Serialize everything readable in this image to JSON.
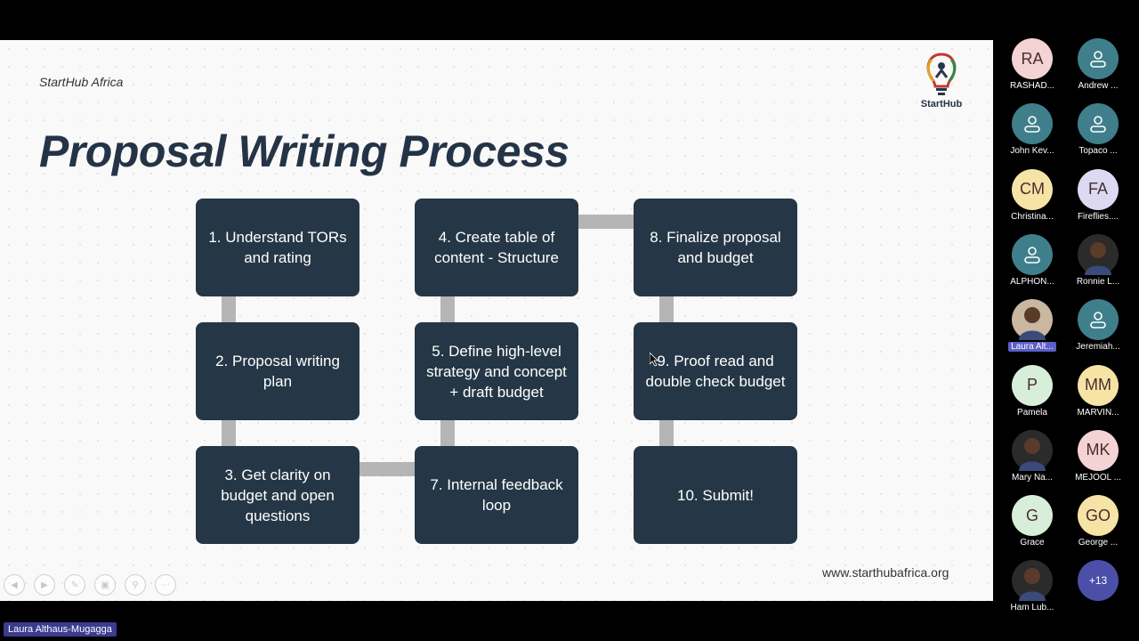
{
  "slide": {
    "brand": "StartHub Africa",
    "title": "Proposal Writing Process",
    "logo_text": "StartHub",
    "url": "www.starthubafrica.org",
    "steps": [
      "1. Understand TORs and rating",
      "2. Proposal writing plan",
      "3. Get clarity on budget and open questions",
      "4. Create table of content - Structure",
      "5. Define high-level strategy and concept + draft budget",
      "7. Internal feedback loop",
      "8. Finalize proposal and budget",
      "9. Proof read and double check budget",
      "10. Submit!"
    ],
    "nav_icons": [
      "prev-icon",
      "next-icon",
      "pen-icon",
      "slides-icon",
      "zoom-icon",
      "more-icon"
    ]
  },
  "participants": [
    {
      "initials": "RA",
      "name": "RASHAD...",
      "color": "#f3d3d3"
    },
    {
      "initials": "",
      "name": "Andrew ...",
      "color": "#3f7f8c"
    },
    {
      "initials": "",
      "name": "John Kev...",
      "color": "#3f7f8c"
    },
    {
      "initials": "",
      "name": "Topaco ...",
      "color": "#3f7f8c"
    },
    {
      "initials": "CM",
      "name": "Christina...",
      "color": "#f6e3a6"
    },
    {
      "initials": "FA",
      "name": "Fireflies....",
      "color": "#dcdaf2"
    },
    {
      "initials": "",
      "name": "ALPHON...",
      "color": "#3f7f8c"
    },
    {
      "initials": "",
      "name": "Ronnie L...",
      "color": "#2b2b2b"
    },
    {
      "initials": "",
      "name": "Laura Alt...",
      "color": "#c9b7a0"
    },
    {
      "initials": "",
      "name": "Jeremiah...",
      "color": "#3f7f8c"
    },
    {
      "initials": "P",
      "name": "Pamela",
      "color": "#d7efd9"
    },
    {
      "initials": "MM",
      "name": "MARVIN...",
      "color": "#f6e3a6"
    },
    {
      "initials": "",
      "name": "Mary Na...",
      "color": "#2b2b2b"
    },
    {
      "initials": "MK",
      "name": "MEJOOL ...",
      "color": "#f3d3d3"
    },
    {
      "initials": "G",
      "name": "Grace",
      "color": "#d7efd9"
    },
    {
      "initials": "GO",
      "name": "George ...",
      "color": "#f6e3a6"
    },
    {
      "initials": "",
      "name": "Ham Lub...",
      "color": "#2b2b2b"
    },
    {
      "initials": "+13",
      "name": "",
      "color": "#4b4fa8"
    }
  ],
  "speaker_name": "Laura Althaus-Mugagga",
  "colors": {
    "box": "#253746",
    "connector": "#b5b5b5",
    "title": "#243446"
  }
}
